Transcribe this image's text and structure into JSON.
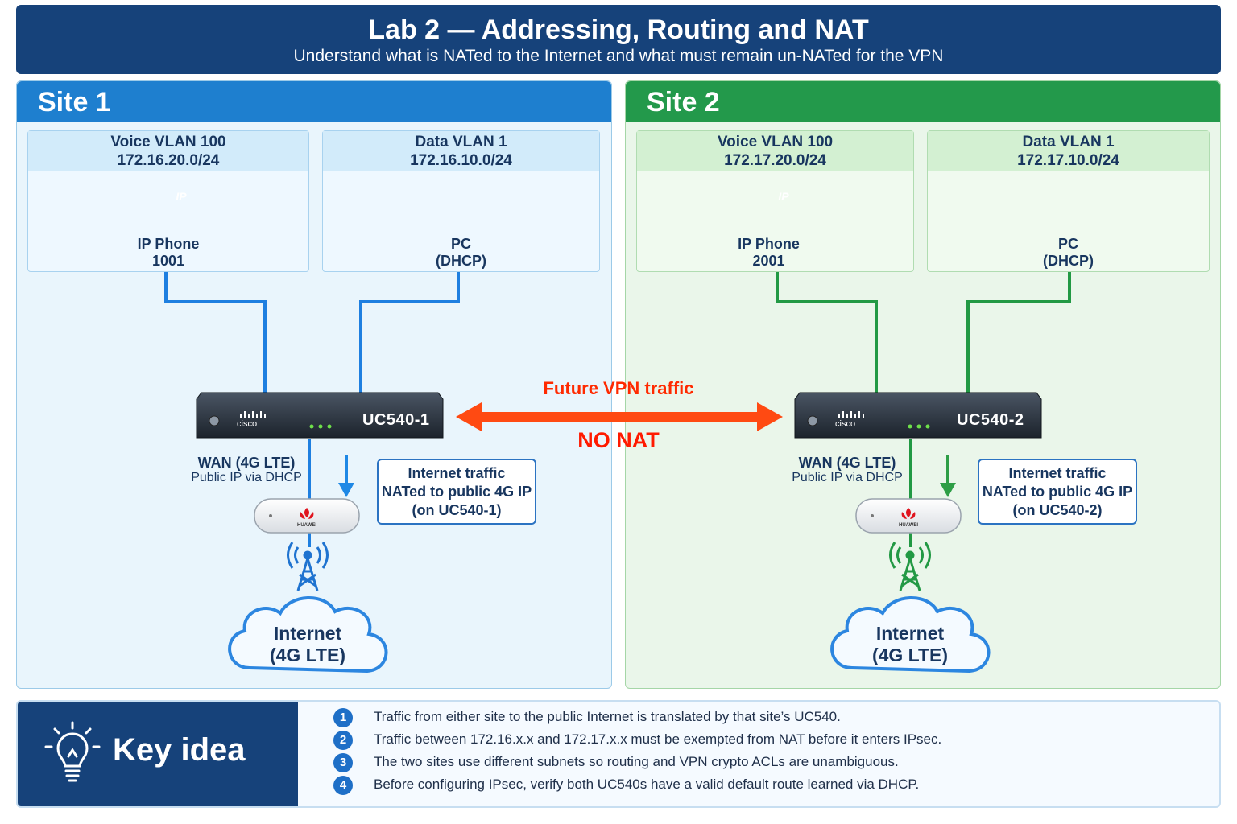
{
  "header": {
    "title": "Lab 2 — Addressing, Routing and NAT",
    "subtitle": "Understand what is NATed to the Internet and what must remain un-NATed for the VPN"
  },
  "colors": {
    "header": "#16427a",
    "site1": "#1e7fcf",
    "site2": "#23994b",
    "vpn": "#ff4a12"
  },
  "sites": [
    {
      "name": "Site 1",
      "voice_vlan": {
        "name": "Voice VLAN 100",
        "subnet": "172.16.20.0/24",
        "device": "IP Phone",
        "device_id": "1001"
      },
      "data_vlan": {
        "name": "Data VLAN 1",
        "subnet": "172.16.10.0/24",
        "device": "PC",
        "device_id": "(DHCP)"
      },
      "router": {
        "brand": "cisco",
        "name": "UC540-1"
      },
      "wan": {
        "label": "WAN (4G LTE)",
        "sub": "Public IP via DHCP"
      },
      "modem_brand": "HUAWEI",
      "nat_box": [
        "Internet traffic",
        "NATed to public 4G IP",
        "(on UC540-1)"
      ],
      "cloud": [
        "Internet",
        "(4G LTE)"
      ]
    },
    {
      "name": "Site 2",
      "voice_vlan": {
        "name": "Voice VLAN 100",
        "subnet": "172.17.20.0/24",
        "device": "IP Phone",
        "device_id": "2001"
      },
      "data_vlan": {
        "name": "Data VLAN 1",
        "subnet": "172.17.10.0/24",
        "device": "PC",
        "device_id": "(DHCP)"
      },
      "router": {
        "brand": "cisco",
        "name": "UC540-2"
      },
      "wan": {
        "label": "WAN (4G LTE)",
        "sub": "Public IP via DHCP"
      },
      "modem_brand": "HUAWEI",
      "nat_box": [
        "Internet traffic",
        "NATed to public 4G IP",
        "(on UC540-2)"
      ],
      "cloud": [
        "Internet",
        "(4G LTE)"
      ]
    }
  ],
  "vpn": {
    "label": "Future VPN traffic",
    "nat": "NO NAT"
  },
  "phone_screen": "IP",
  "key_idea": {
    "title": "Key idea",
    "items": [
      {
        "num": "1",
        "text": "Traffic from either site to the public Internet is translated by that site’s UC540."
      },
      {
        "num": "2",
        "text": "Traffic between 172.16.x.x and 172.17.x.x must be exempted from NAT before it enters IPsec."
      },
      {
        "num": "3",
        "text": "The two sites use different subnets so routing and VPN crypto ACLs are unambiguous."
      },
      {
        "num": "4",
        "text": "Before configuring IPsec, verify both UC540s have a valid default route learned via DHCP."
      }
    ]
  }
}
